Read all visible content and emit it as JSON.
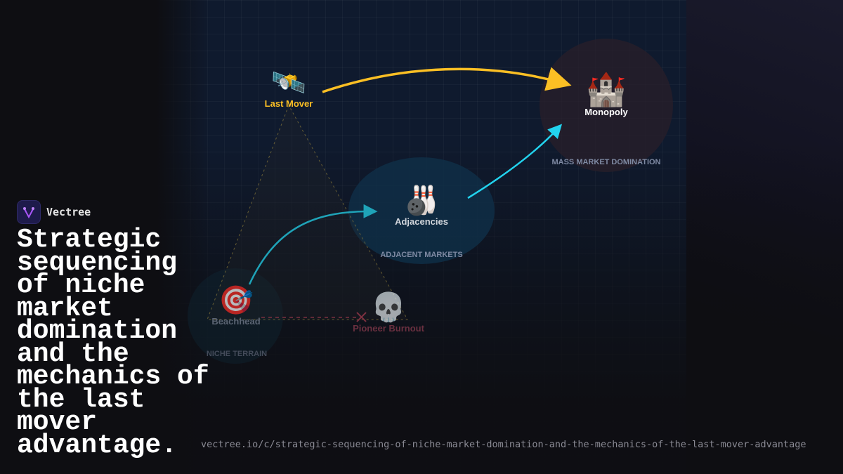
{
  "brand": {
    "name": "Vectree",
    "logo_icon": "vectree-logo"
  },
  "title": "Strategic sequencing of niche market domination and the mechanics of the last mover advantage.",
  "url": "vectree.io/c/strategic-sequencing-of-niche-market-domination-and-the-mechanics-of-the-last-mover-advantage",
  "diagram": {
    "nodes": {
      "last_mover": {
        "label": "Last Mover",
        "icon": "satellite-icon",
        "emoji": "🛰️",
        "color": "#fbbf24"
      },
      "monopoly": {
        "label": "Monopoly",
        "icon": "castle-icon",
        "emoji": "🏰",
        "color": "#ffffff"
      },
      "adjacencies": {
        "label": "Adjacencies",
        "icon": "bowling-icon",
        "emoji": "🎳",
        "color": "#d1d5db"
      },
      "beachhead": {
        "label": "Beachhead",
        "icon": "target-icon",
        "emoji": "🎯",
        "color": "#4b5563"
      },
      "pioneer": {
        "label": "Pioneer Burnout",
        "icon": "skull-icon",
        "emoji": "💀",
        "color": "#4a2530"
      }
    },
    "zones": {
      "mass": "MASS MARKET DOMINATION",
      "adjacent": "ADJACENT MARKETS",
      "niche": "NICHE TERRAIN"
    },
    "colors": {
      "gold": "#fbbf24",
      "cyan": "#22d3ee",
      "teal": "#1fa3b8"
    }
  }
}
